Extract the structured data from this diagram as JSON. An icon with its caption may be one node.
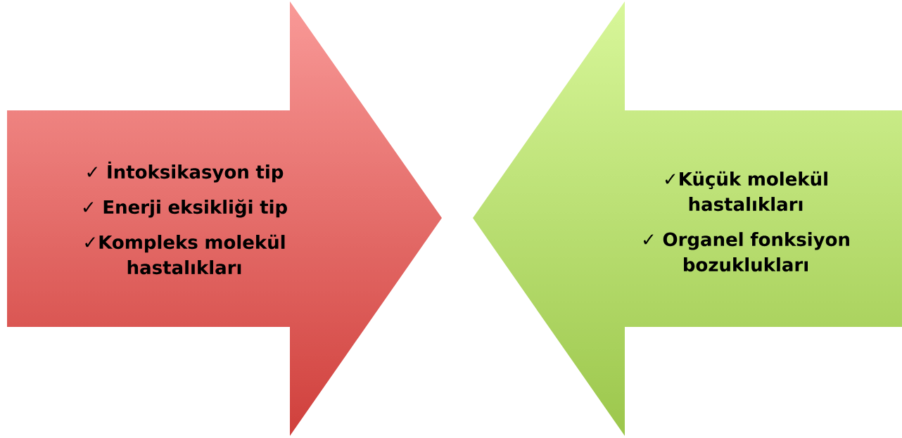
{
  "diagram": {
    "nodes": [
      {
        "text": [
          "✓ İntoksikasyon tip",
          "✓ Enerji eksikliği tip",
          "✓Kompleks molekül hastalıkları"
        ]
      },
      {
        "text": [
          "✓Küçük molekül hastalıkları",
          "✓ Organel fonksiyon bozuklukları"
        ]
      }
    ]
  }
}
